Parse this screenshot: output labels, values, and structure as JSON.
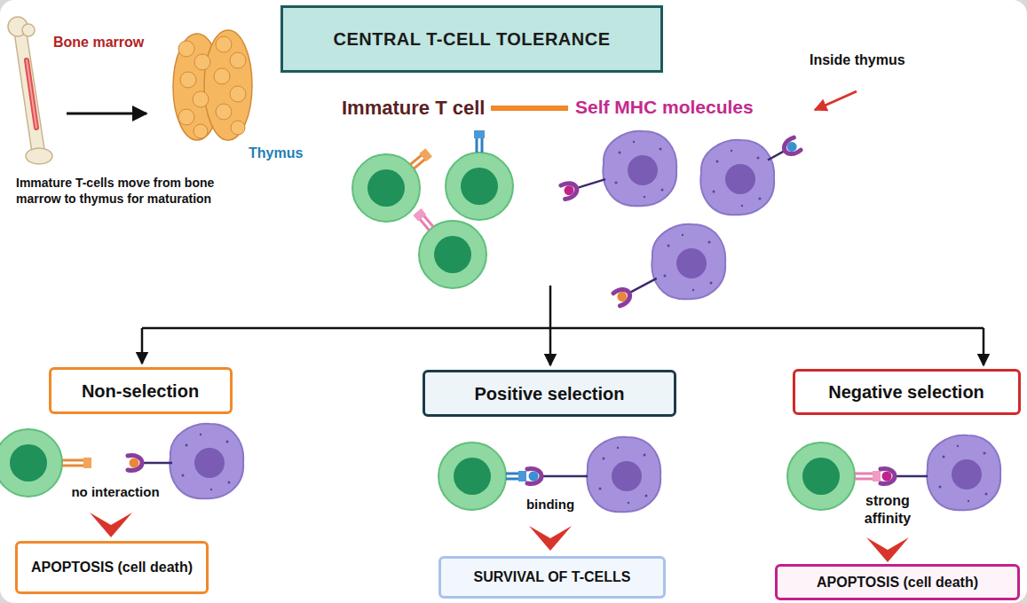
{
  "diagram": {
    "title": "CENTRAL T-CELL TOLERANCE",
    "nodes": [
      {
        "text": [
          "Non-selection"
        ]
      },
      {
        "text": [
          "Positive selection"
        ]
      },
      {
        "text": [
          "Negative selection"
        ]
      },
      {
        "text": [
          "APOPTOSIS (cell death)"
        ]
      },
      {
        "text": [
          "SURVIVAL OF T-CELLS"
        ]
      },
      {
        "text": [
          "APOPTOSIS (cell death)"
        ]
      }
    ],
    "labels": [
      "Bone marrow",
      "Thymus",
      "Immature T-cells move from bone marrow to thymus for maturation",
      "Immature T cell",
      "Self MHC molecules",
      "Inside thymus",
      "no interaction",
      "binding",
      "strong affinity"
    ]
  }
}
